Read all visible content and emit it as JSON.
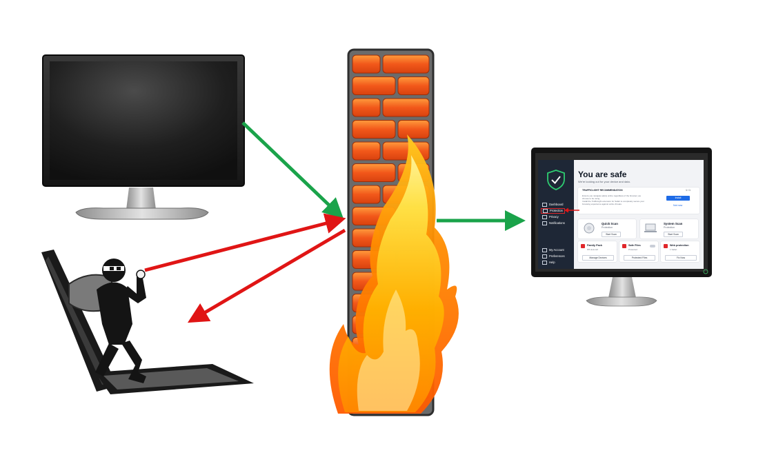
{
  "colors": {
    "allow_arrow": "#1aa34a",
    "block_arrow": "#e01515",
    "brick": "#f26a1b",
    "mortar": "#6b6b6b",
    "sidebar": "#1e2736",
    "accent_red": "#e0262a",
    "accent_blue": "#1e6be6"
  },
  "icons": {
    "left_monitor": "monitor-icon",
    "hacker": "hacker-icon",
    "firewall": "firewall-icon",
    "flame": "flame-icon",
    "right_monitor": "monitor-icon"
  },
  "app": {
    "hero_title": "You are safe",
    "hero_sub": "We're looking out for your device and data.",
    "banner_title": "TRAFFICLIGHT RECOMMENDATION",
    "banner_page": "1 / 1",
    "banner_text_1": "Ensure you navigate safely online regardless of the browser you",
    "banner_text_2": "choose to be using.",
    "banner_text_3": "Install the TrafficLight extension for Safari to completely secure your",
    "banner_text_4": "browsing experience against online threats.",
    "install_label": "Install",
    "not_now_label": "Not now",
    "nav": [
      "Dashboard",
      "Protection",
      "Privacy",
      "Notifications"
    ],
    "nav_bottom": [
      "My Account",
      "Preferences",
      "Help"
    ],
    "quick_scan_title": "Quick Scan",
    "quick_scan_sub": "Protection",
    "quick_scan_btn": "Start Scan",
    "system_scan_title": "System Scan",
    "system_scan_sub": "Protection",
    "system_scan_btn": "Start Scan",
    "family_title": "Family Pack",
    "family_sub": "5/5 slots left",
    "family_btn": "Manage Devices",
    "safe_files_title": "Safe Files",
    "safe_files_sub": "Protected",
    "safe_files_btn": "Protected Files",
    "web_title": "Web protection",
    "web_sub": "1 Safari",
    "web_btn": "Fix Now"
  }
}
